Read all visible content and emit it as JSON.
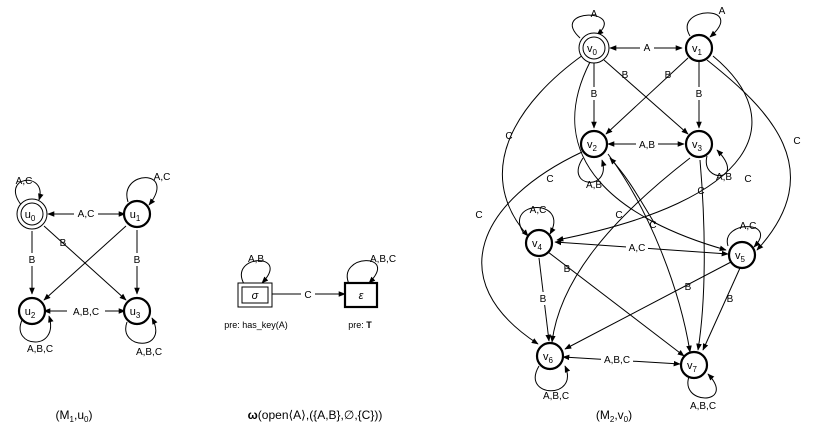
{
  "m1": {
    "caption": "(M",
    "caption_sub1": "1",
    "caption_mid": ",u",
    "caption_sub2": "0",
    "caption_end": ")",
    "nodes": [
      {
        "id": "u0",
        "name": "u",
        "sub": "0",
        "initial": true
      },
      {
        "id": "u1",
        "name": "u",
        "sub": "1",
        "initial": false
      },
      {
        "id": "u2",
        "name": "u",
        "sub": "2",
        "initial": false
      },
      {
        "id": "u3",
        "name": "u",
        "sub": "3",
        "initial": false
      }
    ],
    "labels": {
      "u0_loop": "A,C",
      "u1_loop": "A,C",
      "u2_loop": "A,B,C",
      "u3_loop": "A,B,C",
      "u0_u1": "A,C",
      "u2_u3": "A,B,C",
      "u0_u2": "B",
      "u1_u3": "B",
      "u0_u3": "B"
    }
  },
  "middle": {
    "caption_omega": "ω",
    "caption_rest": "(open⟨A⟩,({A,B},∅,{C}))",
    "sigma": "σ",
    "epsilon": "ε",
    "sigma_loop": "A,B",
    "eps_loop": "A,B,C",
    "edge": "C",
    "pre_sigma": "pre: has_key(A)",
    "pre_eps_prefix": "pre: ",
    "pre_eps_value": "T"
  },
  "m2": {
    "caption": "(M",
    "caption_sub1": "2",
    "caption_mid": ",v",
    "caption_sub2": "0",
    "caption_end": ")",
    "nodes": [
      {
        "id": "v0",
        "name": "v",
        "sub": "0",
        "initial": true
      },
      {
        "id": "v1",
        "name": "v",
        "sub": "1",
        "initial": false
      },
      {
        "id": "v2",
        "name": "v",
        "sub": "2",
        "initial": false
      },
      {
        "id": "v3",
        "name": "v",
        "sub": "3",
        "initial": false
      },
      {
        "id": "v4",
        "name": "v",
        "sub": "4",
        "initial": false
      },
      {
        "id": "v5",
        "name": "v",
        "sub": "5",
        "initial": false
      },
      {
        "id": "v6",
        "name": "v",
        "sub": "6",
        "initial": false
      },
      {
        "id": "v7",
        "name": "v",
        "sub": "7",
        "initial": false
      }
    ],
    "labels": {
      "v0_loop": "A",
      "v1_loop": "A",
      "v2_loop": "A,B",
      "v3_loop": "A,B",
      "v4_loop": "A,C",
      "v5_loop": "A,C",
      "v6_loop": "A,B,C",
      "v7_loop": "A,B,C",
      "v0_v1": "A",
      "v2_v3": "A,B",
      "v4_v5": "A,C",
      "v6_v7": "A,B,C",
      "v0_v2": "B",
      "v1_v3": "B",
      "v0_v3": "B",
      "v1_v2": "B",
      "v4_v6": "B",
      "v4_v7": "B",
      "v5_v6": "B",
      "v5_v7": "B",
      "c1": "C",
      "c2": "C",
      "c3": "C",
      "c4": "C",
      "c5": "C",
      "c6": "C",
      "c7": "C",
      "c8": "C"
    }
  }
}
